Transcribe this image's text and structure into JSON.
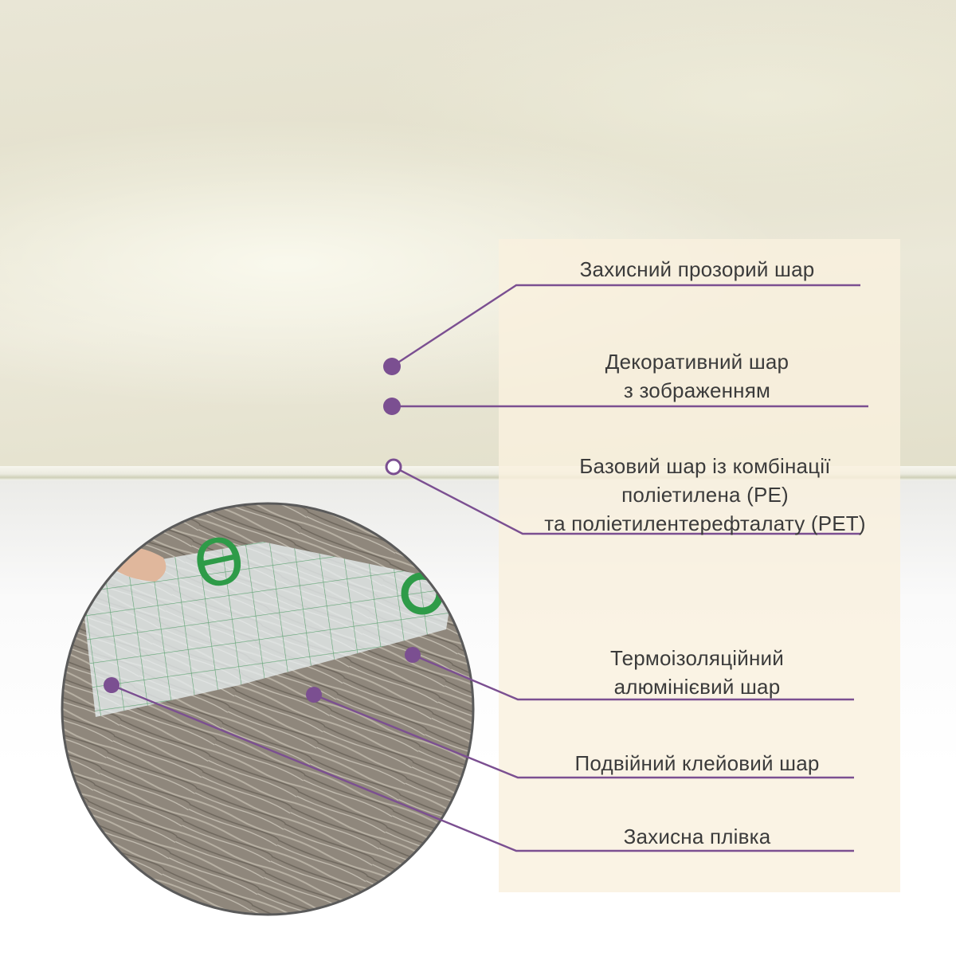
{
  "colors": {
    "accent": "#7b4f91",
    "text": "#3b3b3b",
    "panel": "#f9f0de"
  },
  "labels": {
    "protective_layer": "Захисний прозорий шар",
    "decorative_layer_line1": "Декоративний шар",
    "decorative_layer_line2": "з зображенням",
    "base_layer_line1": "Базовий шар із комбінації",
    "base_layer_line2": "поліетилена (PE)",
    "base_layer_line3": "та поліетилентерефталату (PET)",
    "aluminum_layer_line1": "Термоізоляційний",
    "aluminum_layer_line2": "алюмінієвий шар",
    "adhesive_layer": "Подвійний клейовий шар",
    "protective_film": "Захисна плівка"
  }
}
